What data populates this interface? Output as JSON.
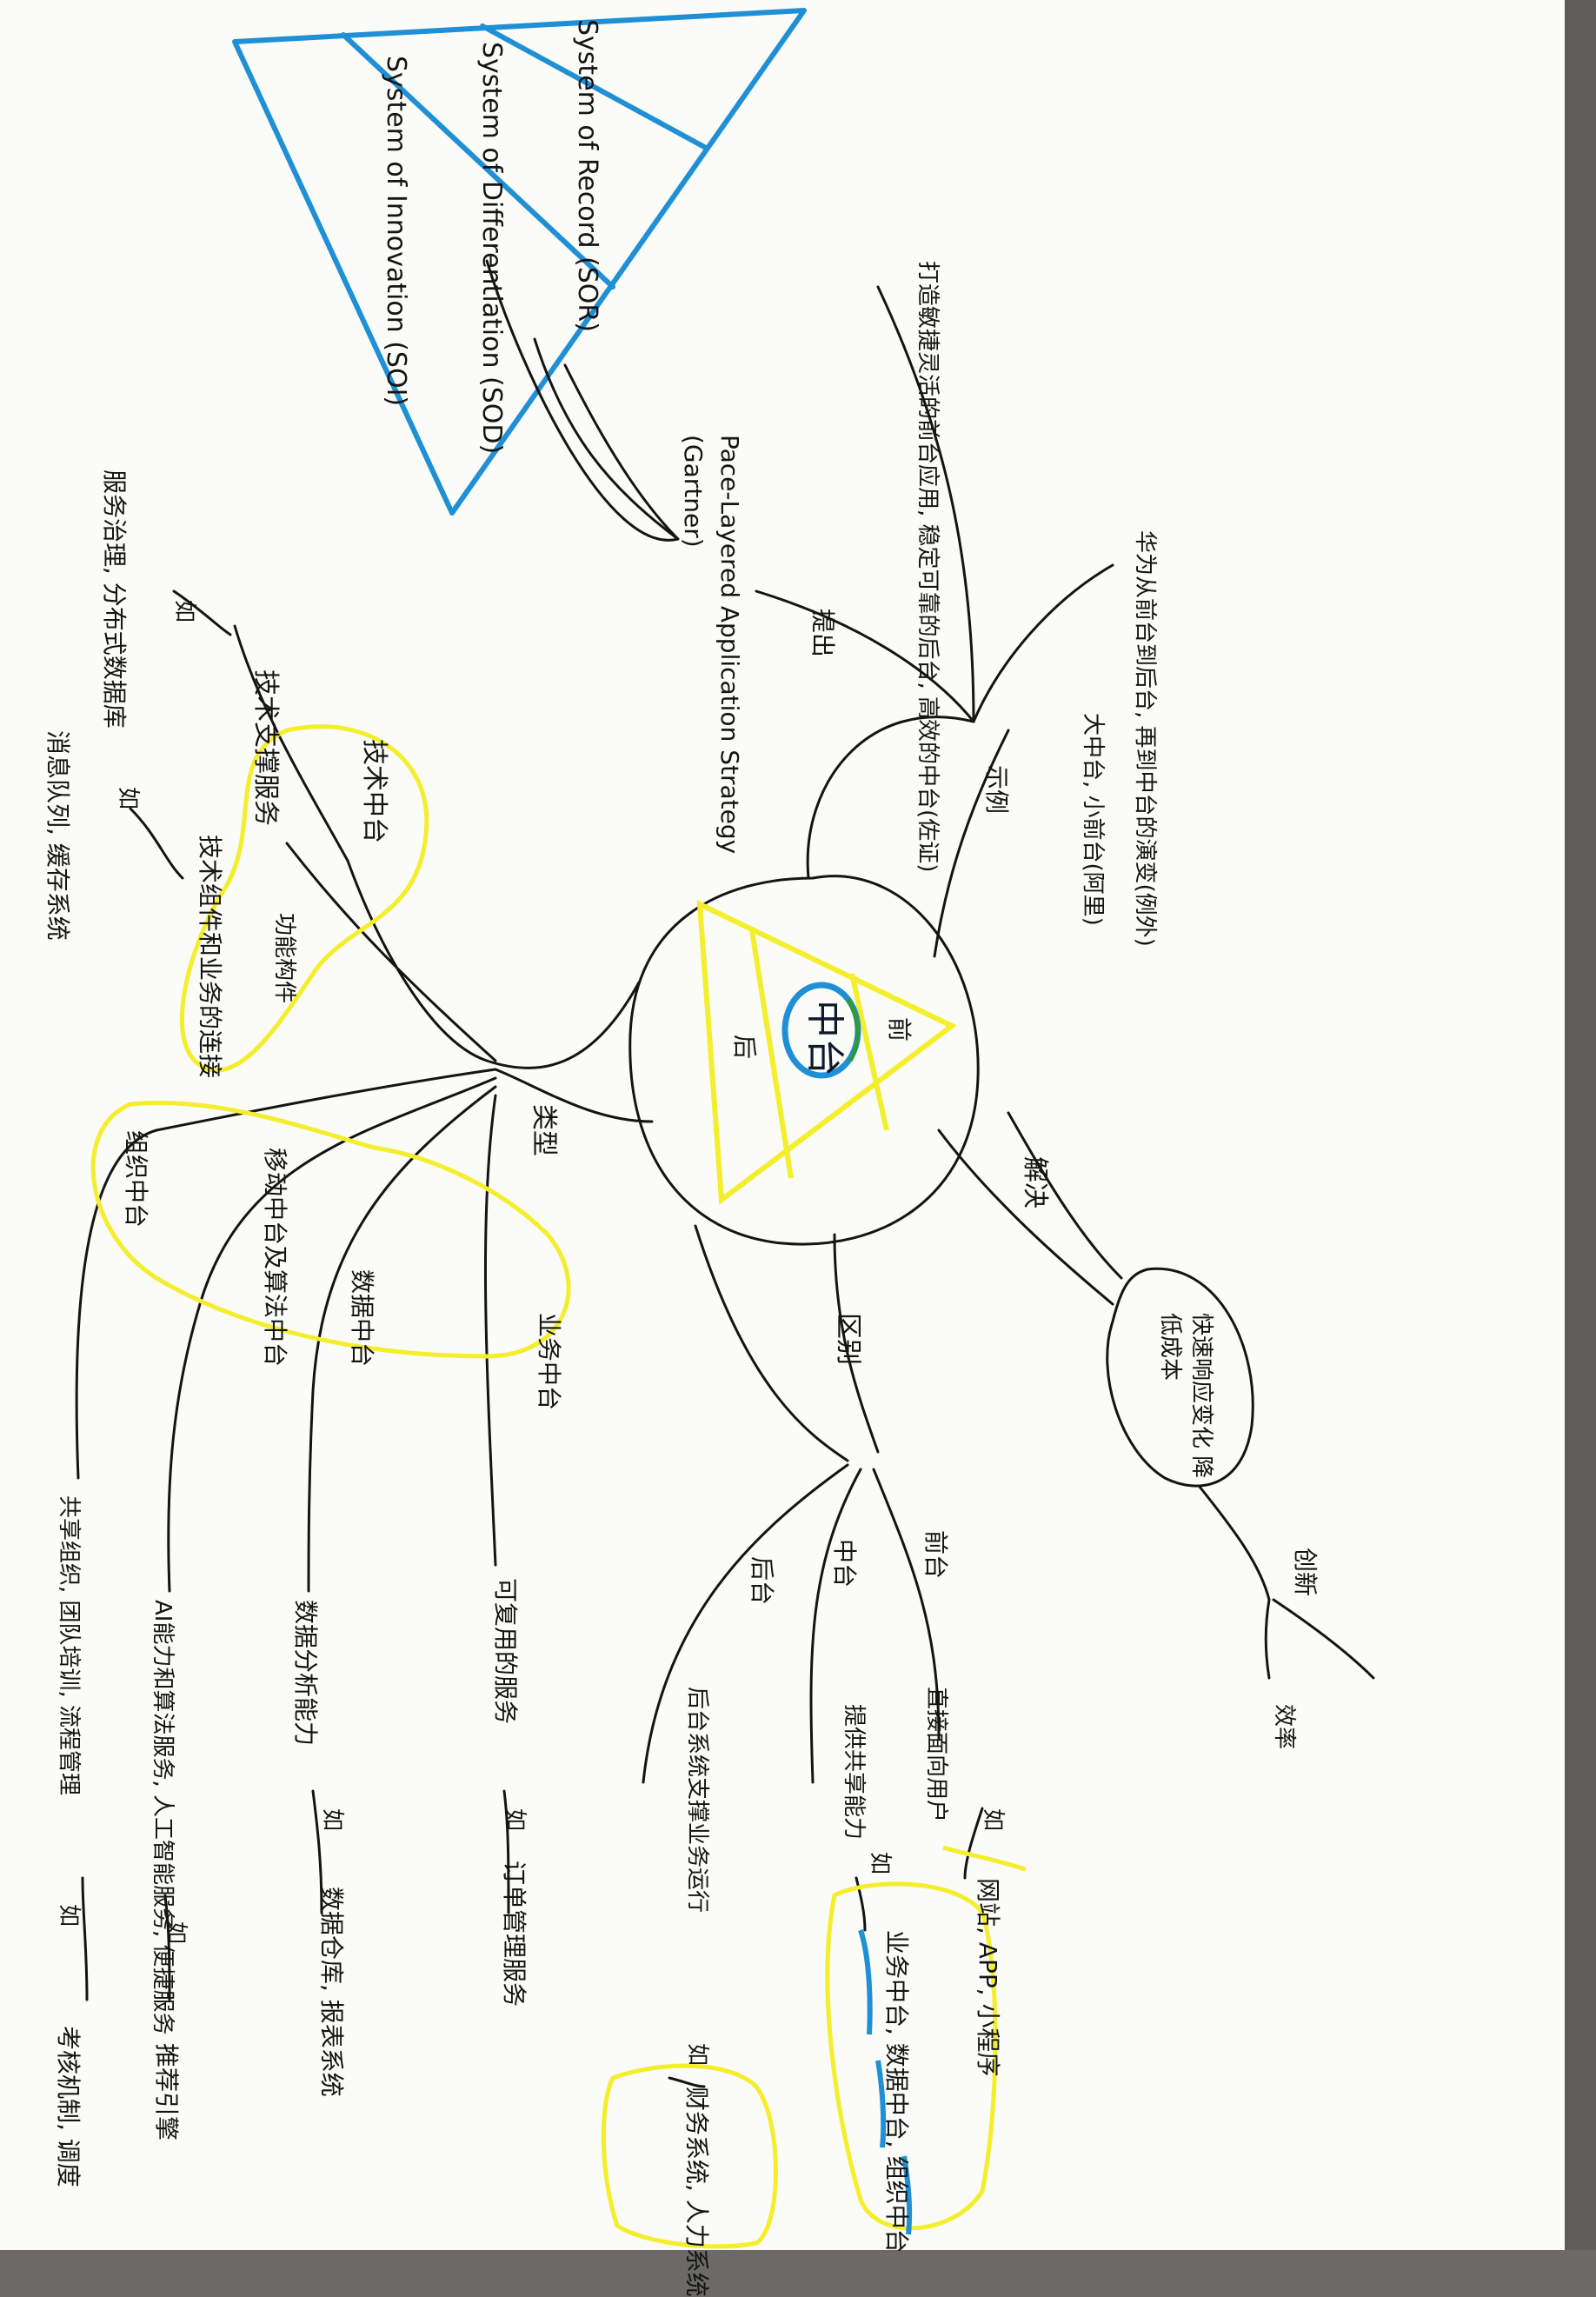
{
  "colors": {
    "paper": "#fbfbf8",
    "border_texture": "#6b6a66",
    "ink": "#141414",
    "blue_ink": "#1f8fd6",
    "highlighter": "#f4ee2c",
    "green": "#2e9a3c"
  },
  "pyramid_box": {
    "row1": "System of Record (SOR)",
    "row2": "System of Differentiation (SOD)",
    "row3": "System of Innovation (SOI)"
  },
  "center": {
    "main": "中台",
    "front": "前",
    "back": "后"
  },
  "strategy": {
    "label": "Pace-Layered Application Strategy (Gartner)",
    "caption": "提出"
  },
  "top_branch": {
    "leaf1": "打造敏捷灵活的前台应用, 稳定可靠的后台, 高效的中台(佐证)",
    "connector": "示例",
    "leaf2": "华为从前台到后台, 再到中台的演变(例外)",
    "leaf3": "大中台, 小前台(阿里)"
  },
  "tech_branch": {
    "label": "技术中台",
    "sub1": "技术支撑服务",
    "sub1_ru": "如",
    "sub1_example": "服务治理, 分布式数据库",
    "sub2": "技术组件和业务的连接",
    "sub2_ru": "如",
    "sub2_example": "消息队列, 缓存系统",
    "sub3": "功能构件"
  },
  "type_branch": {
    "label": "类型",
    "org": "组织中台",
    "algo": "移动中台及算法中台",
    "data": "数据中台",
    "biz": "业务中台",
    "org_leaf": "共享组织, 团队培训, 流程管理",
    "org_ex": "如",
    "org_ex_text": "考核机制, 调度",
    "algo_leaf": "AI能力和算法服务, 人工智能服务, 便捷服务",
    "algo_ex": "如",
    "algo_ex_text": "推荐引擎",
    "data_leaf": "数据分析能力",
    "data_ex": "如",
    "data_ex_text": "数据仓库, 报表系统",
    "biz_leaf": "可复用的服务",
    "biz_ex": "如",
    "biz_ex_text": "订单管理服务"
  },
  "problem_branch": {
    "label": "解决",
    "oval": "快速响应变化 降低成本",
    "leaf1": "创新",
    "leaf2": "效率"
  },
  "role_branch": {
    "label": "区别",
    "front": "前台",
    "middle": "中台",
    "back": "后台",
    "front_leaf": "直接面向用户",
    "front_ex": "如",
    "front_ex_text": "网站, APP, 小程序",
    "middle_leaf": "提供共享能力",
    "middle_ex": "如",
    "middle_ex_text": "业务中台, 数据中台, 组织中台",
    "back_leaf": "后台系统支撑业务运行",
    "back_ex": "如",
    "back_ex_text": "财务系统, 人力系统"
  }
}
